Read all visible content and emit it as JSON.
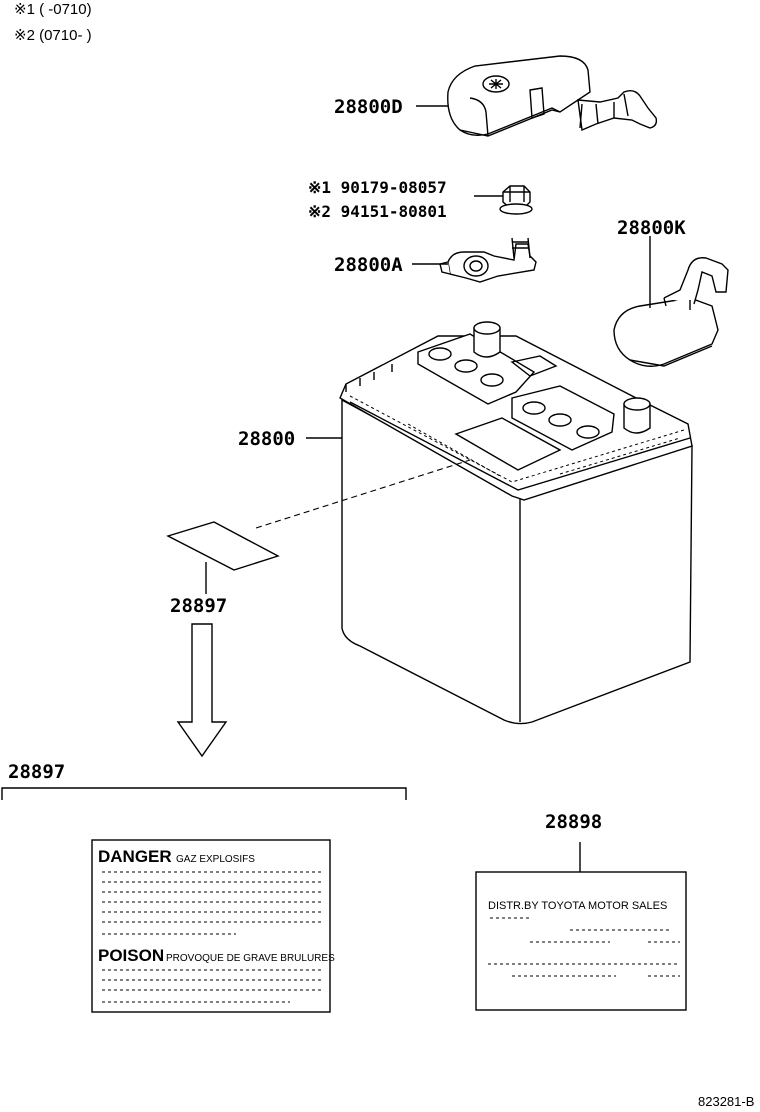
{
  "notes": {
    "note1": "※1 (     -0710)",
    "note2": "※2 (0710-     )"
  },
  "parts": {
    "cover_d": "28800D",
    "nut_part_1": "※1 90179-08057",
    "nut_part_2": "※2 94151-80801",
    "terminal_a": "28800A",
    "cover_k": "28800K",
    "battery": "28800",
    "label_pointer": "28897"
  },
  "label_28897": {
    "heading": "28897",
    "danger_title": "DANGER",
    "danger_sub": "GAZ EXPLOSIFS",
    "poison_title": "POISON",
    "poison_sub": "PROVOQUE DE GRAVE BRULURES"
  },
  "label_28898": {
    "heading": "28898",
    "distr_text": "DISTR.BY TOYOTA MOTOR SALES"
  },
  "footer": {
    "ref_code": "823281-B"
  }
}
